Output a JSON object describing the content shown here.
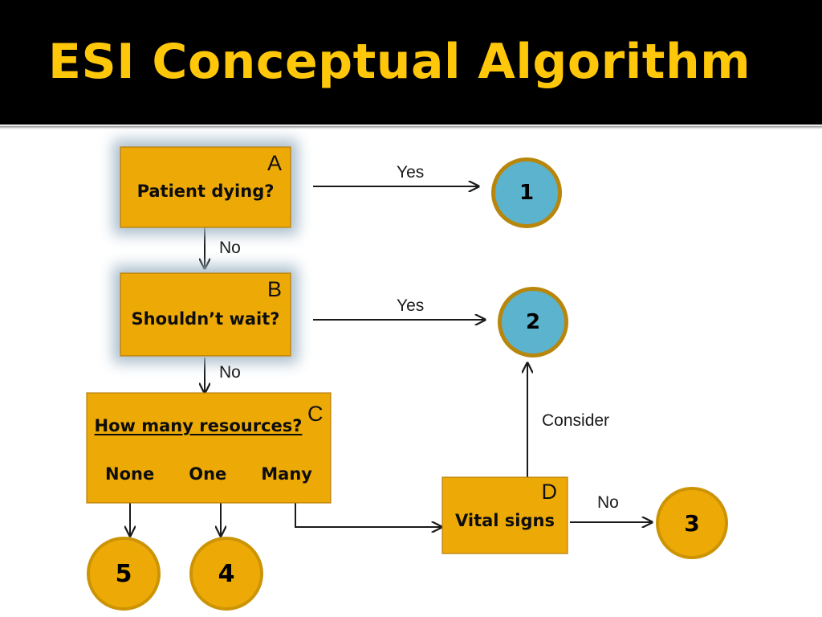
{
  "slide": {
    "title": "ESI Conceptual Algorithm",
    "title_color": "#FFC709",
    "header_bg": "#000000",
    "canvas_bg": "#FFFFFF"
  },
  "palette": {
    "box_fill": "#EDAA06",
    "box_border": "#C98A05",
    "box_glow": "#A8BCCA",
    "circle_blue_fill": "#5CB3CE",
    "circle_blue_border": "#B8860B",
    "circle_gold_fill": "#EDAA06",
    "circle_gold_border": "#CC9405",
    "edge_color": "#1A1A1A"
  },
  "nodes": {
    "a": {
      "letter": "A",
      "text": "Patient dying?"
    },
    "b": {
      "letter": "B",
      "text": "Shouldn’t wait?"
    },
    "c": {
      "letter": "C",
      "text": "How many resources?",
      "options": [
        "None",
        "One",
        "Many"
      ]
    },
    "d": {
      "letter": "D",
      "text": "Vital signs"
    }
  },
  "levels": {
    "one": "1",
    "two": "2",
    "three": "3",
    "four": "4",
    "five": "5"
  },
  "edges": {
    "a_yes": "Yes",
    "a_no": "No",
    "b_yes": "Yes",
    "b_no": "No",
    "d_consider": "Consider",
    "d_no": "No"
  }
}
